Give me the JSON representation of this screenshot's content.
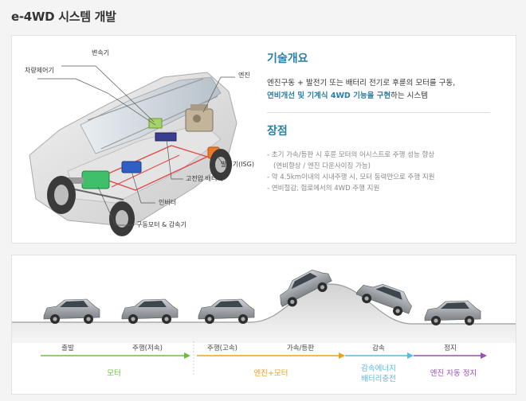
{
  "page": {
    "title": "e-4WD 시스템 개발"
  },
  "callouts": {
    "transmission": "변속기",
    "vehicle_controller": "차량제어기",
    "engine": "엔진",
    "generator": "발전기(ISG)",
    "battery": "고전압 배터리",
    "inverter": "인버터",
    "drive_motor": "구동모터 & 감속기"
  },
  "overview": {
    "title": "기술개요",
    "line1": "엔진구동 + 발전기 또는 배터리 전기로  후륜의 모터를 구동,",
    "line2_highlight": "연비개선 및 기계식 4WD 기능을 구현",
    "line2_rest": "하는 시스템"
  },
  "merits": {
    "title": "장점",
    "item1": "- 초기 가속/등판 시 후륜 모터의 어시스트로 주행 성능 향상",
    "item1b": "(연비향상 / 엔진 다운사이징 가능)",
    "item2": "- 약 4.5km이내의 시내주행 시, 모터 동력만으로 주행 지원",
    "item3": "- 연비절감, 험로에서의 4WD 주행 지원"
  },
  "stages": {
    "start": "출발",
    "low_speed": "주행(저속)",
    "high_speed": "주행(고속)",
    "climb": "가속/등판",
    "decel": "감속",
    "stop": "정지"
  },
  "modes": {
    "motor": "모터",
    "engine_motor": "엔진+모터",
    "regen_line1": "감속에너지",
    "regen_line2": "배터리충전",
    "engine_stop": "엔진 자동 정지"
  },
  "colors": {
    "motor": "#6cbf3b",
    "engine_motor": "#f29c1f",
    "regen": "#58b9e4",
    "engine_stop": "#9a4fb5",
    "accent": "#2a7fa6"
  }
}
